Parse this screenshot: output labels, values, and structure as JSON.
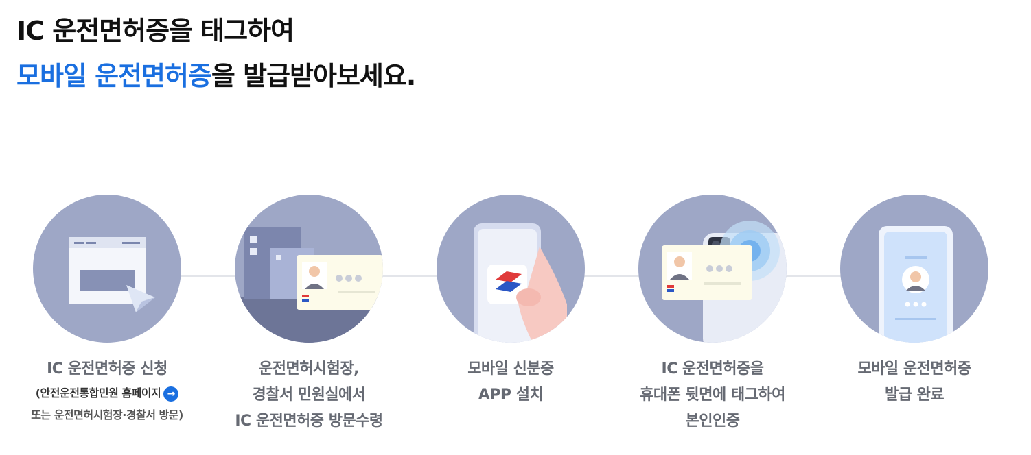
{
  "headline": {
    "line1": "IC 운전면허증을 태그하여",
    "line2_accent": "모바일 운전면허증",
    "line2_rest": "을 발급받아보세요."
  },
  "steps": [
    {
      "line1": "IC 운전면허증 신청",
      "link": "안전운전통합민원 홈페이지",
      "paren_open": "(",
      "sub2": "또는 운전면허시험장·경찰서 방문)",
      "arrow_icon": "arrow-right-icon"
    },
    {
      "line1": "운전면허시험장,",
      "line2": "경찰서 민원실에서",
      "line3": "IC 운전면허증 방문수령"
    },
    {
      "line1": "모바일 신분증",
      "line2": "APP 설치"
    },
    {
      "line1": "IC 운전면허증을",
      "line2": "휴대폰 뒷면에 태그하여",
      "line3": "본인인증"
    },
    {
      "line1": "모바일 운전면허증",
      "line2": "발급 완료"
    }
  ],
  "colors": {
    "accent": "#1a6fe0",
    "circle": "#9ea7c6"
  }
}
